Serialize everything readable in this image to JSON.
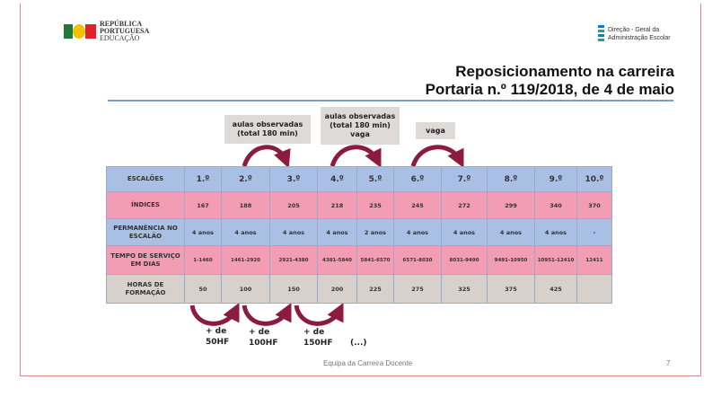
{
  "header": {
    "logo_left": [
      "REPÚBLICA",
      "PORTUGUESA",
      "EDUCAÇÃO"
    ],
    "logo_right": [
      "Direção - Geral da",
      "Administração Escolar"
    ]
  },
  "title": {
    "line1": "Reposicionamento na carreira",
    "line2": "Portaria n.º 119/2018, de 4 de maio"
  },
  "callouts_top": [
    "aulas observadas (total 180 min)",
    "aulas observadas (total 180 min) vaga",
    "vaga"
  ],
  "table": {
    "rows": [
      {
        "label": "ESCALÕES",
        "values": [
          "1.º",
          "2.º",
          "3.º",
          "4.º",
          "5.º",
          "6.º",
          "7.º",
          "8.º",
          "9.º",
          "10.º"
        ]
      },
      {
        "label": "ÍNDICES",
        "values": [
          "167",
          "188",
          "205",
          "218",
          "235",
          "245",
          "272",
          "299",
          "340",
          "370"
        ]
      },
      {
        "label": "PERMANÊNCIA NO ESCALÃO",
        "values": [
          "4 anos",
          "4 anos",
          "4 anos",
          "4 anos",
          "2 anos",
          "4 anos",
          "4 anos",
          "4 anos",
          "4 anos",
          "-"
        ]
      },
      {
        "label": "TEMPO DE SERVIÇO EM DIAS",
        "values": [
          "1-1460",
          "1461-2920",
          "2921-4380",
          "4381-5840",
          "5841-6570",
          "6571-8030",
          "8031-9490",
          "9491-10950",
          "10951-12410",
          "12411"
        ]
      },
      {
        "label": "HORAS DE FORMAÇÃO",
        "values": [
          "50",
          "100",
          "150",
          "200",
          "225",
          "275",
          "325",
          "375",
          "425",
          ""
        ]
      }
    ]
  },
  "callouts_bottom": [
    {
      "l1": "+ de",
      "l2": "50HF"
    },
    {
      "l1": "+ de",
      "l2": "100HF"
    },
    {
      "l1": "+ de",
      "l2": "150HF"
    }
  ],
  "ellipsis": "(...)",
  "footer": {
    "text": "Equipa da Carreira Docente",
    "page": "7"
  },
  "colors": {
    "arrow": "#8b1c3e",
    "blue": "#a9c0e4",
    "pink": "#f29db4",
    "gray": "#d8d1cb"
  }
}
